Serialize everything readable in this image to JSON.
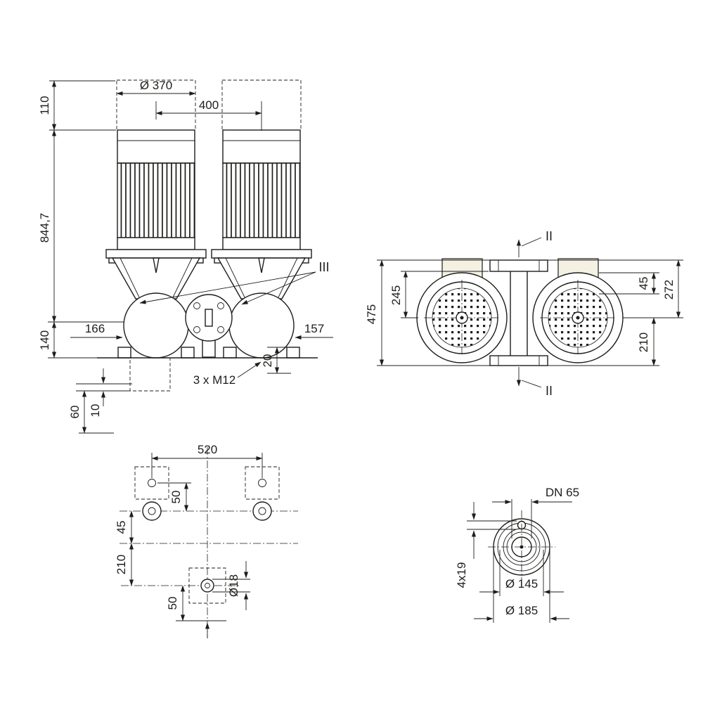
{
  "front_view": {
    "dim_110": "110",
    "dim_dia370": "Ø 370",
    "dim_400": "400",
    "dim_8447": "844,7",
    "dim_140": "140",
    "dim_166": "166",
    "dim_157": "157",
    "dim_20": "20",
    "dim_3xM12": "3 x M12",
    "dim_60": "60",
    "dim_10": "10",
    "label_III": "III"
  },
  "side_view": {
    "dim_475": "475",
    "dim_245": "245",
    "dim_45": "45",
    "dim_272": "272",
    "dim_210": "210",
    "label_II_top": "II",
    "label_II_bottom": "II"
  },
  "plan_view": {
    "dim_520": "520",
    "dim_50_upper": "50",
    "dim_45": "45",
    "dim_210": "210",
    "dim_50_lower": "50",
    "dim_dia18": "Ø18"
  },
  "flange_view": {
    "label_DN65": "DN 65",
    "dim_4x19": "4x19",
    "dim_dia145": "Ø 145",
    "dim_dia185": "Ø 185"
  },
  "colors": {
    "line": "#1d1d1b",
    "accent_fill": "#f4f1e3",
    "background": "#ffffff"
  }
}
